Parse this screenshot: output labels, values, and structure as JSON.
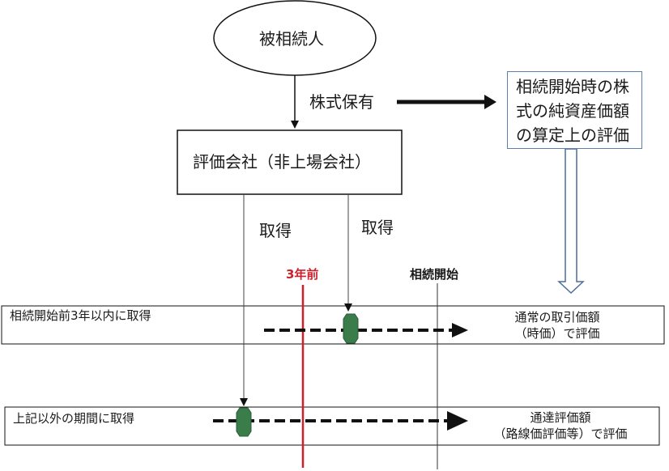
{
  "heir": "被相続人",
  "holding": "株式保有",
  "valuation_note": [
    "相続開始時の株",
    "式の純資産価額",
    "の算定上の評価"
  ],
  "company": "評価会社（非上場会社）",
  "acquisition_a": "取得",
  "acquisition_b": "取得",
  "three_years_before": "3年前",
  "inheritance_start": "相続開始",
  "row1": {
    "label": "相続開始前3年以内に取得",
    "result": [
      "通常の取引価額",
      "（時価）で評価"
    ]
  },
  "row2": {
    "label": "上記以外の期間に取得",
    "result": [
      "通達評価額",
      "（路線価評価等）で評価"
    ]
  },
  "colors": {
    "red_line": "#d0202a",
    "box_border": "#5b7fae",
    "marker": "#3b7d4a"
  }
}
